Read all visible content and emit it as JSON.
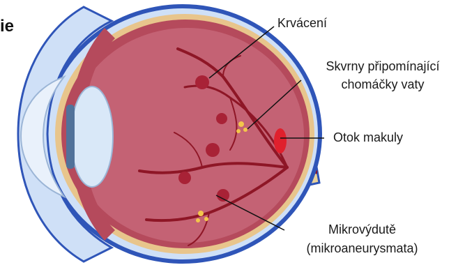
{
  "title_fragment": "ie",
  "labels": {
    "hemorrhage": "Krvácení",
    "cotton_wool_line1": "Skvrny připomínající",
    "cotton_wool_line2": "chomáčky vaty",
    "macular_edema": "Otok makuly",
    "microaneurysms_line1": "Mikrovýdutě",
    "microaneurysms_line2": "(mikroaneurysmata)"
  },
  "colors": {
    "outer_sclera": "#2f55b8",
    "sclera_light": "#cfe0f7",
    "choroid": "#e8c58c",
    "retina_fill": "#b54a5c",
    "inner_fill": "#c46274",
    "vessels": "#8e1626",
    "lens": "#d9e8f8",
    "cornea": "#e9f1fb",
    "optic_nerve": "#ead29a",
    "exudate": "#f3c64b",
    "edema": "#e0202d"
  }
}
